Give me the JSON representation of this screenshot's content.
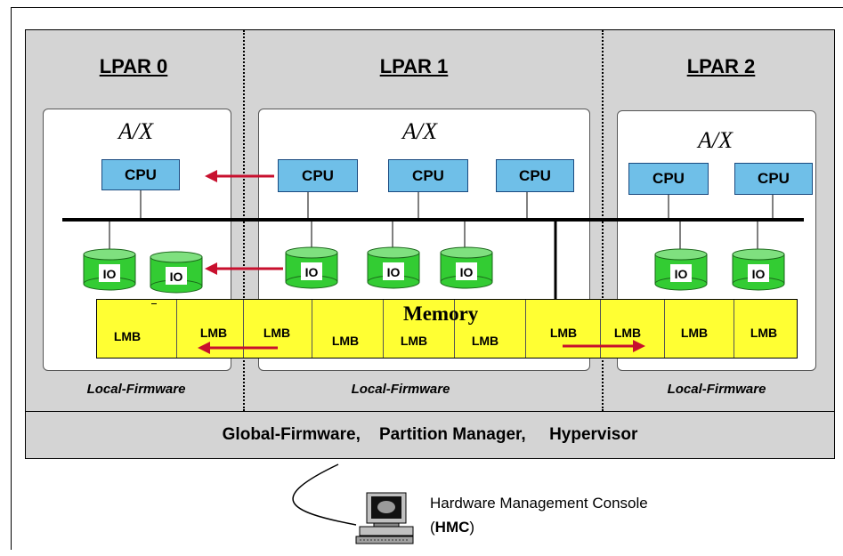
{
  "lpars": [
    {
      "title": "LPAR 0",
      "os": "A/X",
      "cpus": [
        "CPU"
      ],
      "ios": [
        "IO",
        "IO"
      ],
      "firmware": "Local-Firmware"
    },
    {
      "title": "LPAR 1",
      "os": "A/X",
      "cpus": [
        "CPU",
        "CPU",
        "CPU"
      ],
      "ios": [
        "IO",
        "IO",
        "IO"
      ],
      "firmware": "Local-Firmware"
    },
    {
      "title": "LPAR 2",
      "os": "A/X",
      "cpus": [
        "CPU",
        "CPU"
      ],
      "ios": [
        "IO",
        "IO"
      ],
      "firmware": "Local-Firmware"
    }
  ],
  "memory": {
    "title": "Memory",
    "lmbs": [
      "LMB",
      "LMB",
      "LMB",
      "LMB",
      "LMB",
      "LMB",
      "LMB",
      "LMB",
      "LMB",
      "LMB"
    ]
  },
  "global_firmware": "Global-Firmware,    Partition Manager,     Hypervisor",
  "hmc": {
    "line1": "Hardware Management Console",
    "line2_prefix": "(",
    "line2_bold": "HMC",
    "line2_suffix": ")"
  },
  "colors": {
    "cpu": "#6fbfe8",
    "io": "#33cc33",
    "memory": "#ffff33",
    "arrow": "#c8102e",
    "panel": "#d4d4d4"
  },
  "icons": [
    "computer-terminal-icon",
    "cylinder-disk-icon",
    "migration-arrow-icon"
  ]
}
